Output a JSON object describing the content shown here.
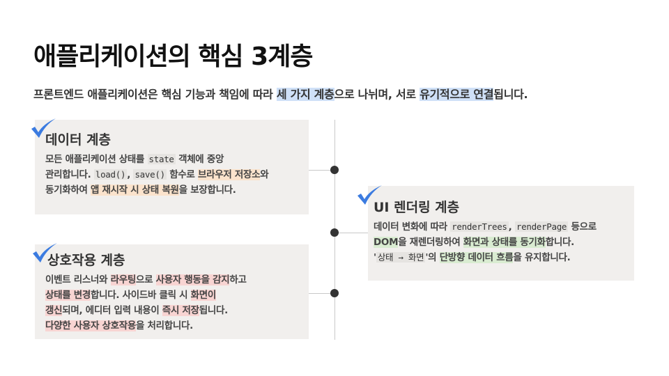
{
  "slide": {
    "title": "애플리케이션의 핵심 3계층",
    "subtitle": {
      "p1": "프론트엔드 애플리케이션은 핵심 기능과 책임에 따라 ",
      "h1": "세 가지 계층",
      "p2": "으로 나뉘며, 서로 ",
      "h2": "유기적으로 연결",
      "p3": "됩니다."
    }
  },
  "layers": {
    "data": {
      "title": "데이터 계층",
      "l1a": "모든 애플리케이션 상태를 ",
      "c_state": "state",
      "l1b": " 객체에 중앙",
      "l2a": "관리합니다. ",
      "c_load": "load()",
      "l2b": ", ",
      "c_save": "save()",
      "l2c": " 함수로 ",
      "h_storage": "브라우저 저장소",
      "l2d": "와",
      "l3a": "동기화하여 ",
      "h_restore": "앱 재시작 시 상태 복원",
      "l3b": "을 보장합니다."
    },
    "interaction": {
      "title": "상호작용 계층",
      "l1a": "이벤트 리스너와 ",
      "h_routing": "라우팅",
      "l1b": "으로 ",
      "h_detect": "사용자 행동을 감지",
      "l1c": "하고",
      "h_change": "상태를 변경",
      "l2a": "합니다. 사이드바 클릭 시 ",
      "h_screen": "화면이",
      "h_renew": "갱신",
      "l3a": "되며, 에디터 입력 내용이 ",
      "h_instant": "즉시 저장",
      "l3b": "됩니다.",
      "h_various": "다양한 사용자 상호작용",
      "l4a": "을 처리합니다."
    },
    "ui": {
      "title": "UI 렌더링 계층",
      "l1a": "데이터 변화에 따라 ",
      "c_trees": "renderTrees",
      "l1b": ", ",
      "c_page": "renderPage",
      "l1c": " 등으로",
      "h_dom": "DOM",
      "l2a": "을 재렌더링하여 ",
      "h_sync": "화면과 상태를 동기화",
      "l2b": "합니다.",
      "l3q": "'",
      "c_flow": "상태 → 화면",
      "l3a": "'의 ",
      "h_flow": "단방향 데이터 흐름",
      "l3b": "을 유지합니다."
    }
  },
  "icons": {
    "check": "checkmark-icon",
    "check_color": "#3b7be0"
  }
}
